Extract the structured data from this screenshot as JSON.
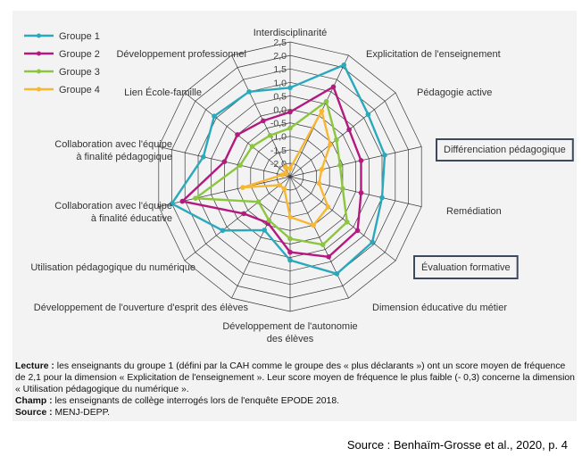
{
  "chart_data": {
    "type": "radar",
    "axes": [
      "Interdisciplinarité",
      "Explicitation de l'enseignement",
      "Pédagogie active",
      "Différenciation pédagogique",
      "Remédiation",
      "Évaluation formative",
      "Dimension éducative du métier",
      "Développement de l'autonomie des élèves",
      "Développement de l'ouverture d'esprit des élèves",
      "Utilisation pédagogique du numérique",
      "Collaboration avec l'équipe à finalité éducative",
      "Collaboration avec l'équipe à finalité pédagogique",
      "Lien École-famille",
      "Développement professionnel"
    ],
    "axis_label_lines": [
      [
        "Interdisciplinarité"
      ],
      [
        "Explicitation de l'enseignement"
      ],
      [
        "Pédagogie active"
      ],
      [
        "Différenciation pédagogique"
      ],
      [
        "Remédiation"
      ],
      [
        "Évaluation formative"
      ],
      [
        "Dimension éducative du métier"
      ],
      [
        "Développement de l'autonomie",
        "des élèves"
      ],
      [
        "Développement de l'ouverture d'esprit des élèves"
      ],
      [
        "Utilisation pédagogique du numérique"
      ],
      [
        "Collaboration avec l'équipe",
        "à finalité éducative"
      ],
      [
        "Collaboration avec l'équipe",
        "à finalité pédagogique"
      ],
      [
        "Lien École-famille"
      ],
      [
        "Développement professionnel"
      ]
    ],
    "highlighted_axes": [
      "Différenciation pédagogique",
      "Évaluation formative"
    ],
    "ticks": [
      "2,5",
      "2,0",
      "1,5",
      "1,0",
      "0,5",
      "0,0",
      "-0,5",
      "-1,0",
      "-1,5",
      "-2,0"
    ],
    "rlim": [
      -2.5,
      2.5
    ],
    "grid": true,
    "legend_position": "top-left",
    "series": [
      {
        "name": "Groupe 1",
        "color": "#2aa9bd",
        "values": [
          0.8,
          2.1,
          1.2,
          1.1,
          1.0,
          1.4,
          1.5,
          0.6,
          -0.3,
          0.7,
          2.0,
          0.8,
          1.1,
          1.0
        ]
      },
      {
        "name": "Groupe 2",
        "color": "#b3197f",
        "values": [
          -0.1,
          1.2,
          0.3,
          0.2,
          0.2,
          0.7,
          0.8,
          0.3,
          -0.6,
          -0.3,
          1.6,
          0.0,
          0.0,
          -0.2
        ]
      },
      {
        "name": "Groupe 3",
        "color": "#8cc63f",
        "values": [
          -0.7,
          0.6,
          -0.3,
          -0.6,
          -0.5,
          0.2,
          0.3,
          -0.2,
          -0.7,
          -1.0,
          1.1,
          -0.6,
          -0.7,
          -0.8
        ]
      },
      {
        "name": "Groupe 4",
        "color": "#f7b733",
        "values": [
          -2.2,
          0.2,
          -0.6,
          -1.3,
          -1.4,
          -0.7,
          -0.5,
          -1.0,
          -2.0,
          -2.0,
          -0.7,
          -2.2,
          -2.3,
          -2.1
        ]
      }
    ]
  },
  "caption": {
    "lecture_label": "Lecture :",
    "lecture_line1": " les enseignants du groupe 1 (défini par la CAH comme le groupe des « plus déclarants ») ont un score moyen de fréquence",
    "lecture_line2": "de 2,1 pour la dimension « Explicitation de l'enseignement ». Leur score moyen de fréquence le plus faible (- 0,3) concerne la dimension",
    "lecture_line3": "« Utilisation pédagogique du numérique ».",
    "champ_label": "Champ :",
    "champ_text": " les enseignants de collège interrogés lors de l'enquête EPODE 2018.",
    "source_label": "Source :",
    "source_text": " MENJ-DEPP."
  },
  "footer_source": "Source : Benhaïm-Grosse et al., 2020, p. 4"
}
